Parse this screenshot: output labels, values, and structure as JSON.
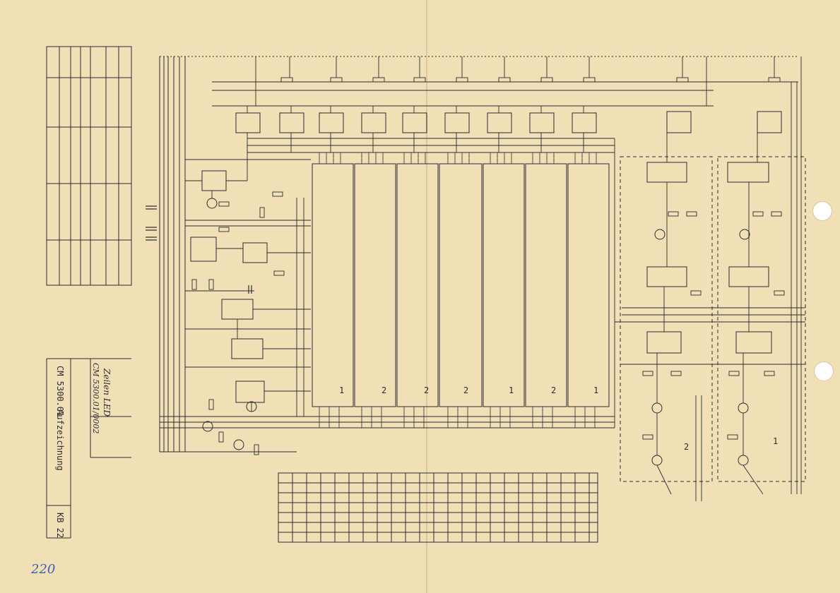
{
  "title_block": {
    "product_code": "CM 5300.01",
    "description": "Aufzeichnung",
    "drawing_name": "Zeilen LED",
    "drawing_number": "CM 5300.01/0002",
    "sheet_id": "KB 22",
    "signature": "220"
  },
  "colors": {
    "paper": "#f1dfb6",
    "ink": "#2b2b36",
    "signature_ink": "#3a5fb0"
  },
  "column_numbers": [
    "1",
    "2",
    "2",
    "2",
    "1",
    "2",
    "1"
  ],
  "section_numbers": [
    "2",
    "1"
  ]
}
